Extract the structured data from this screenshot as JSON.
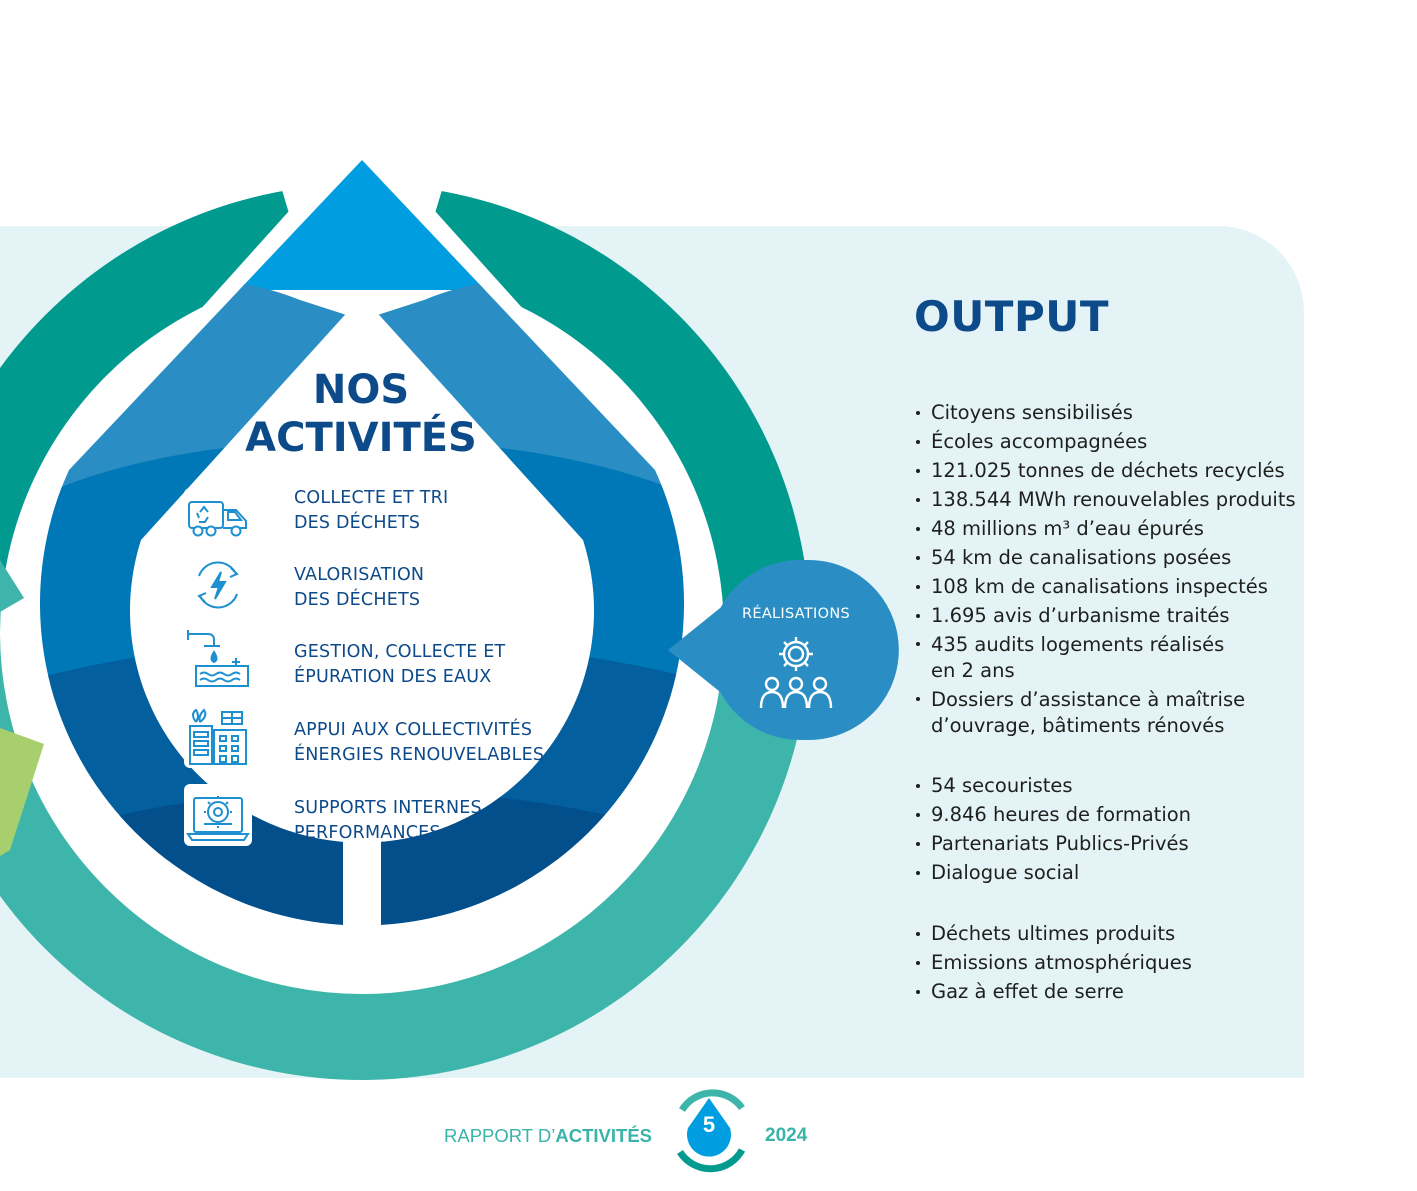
{
  "output": {
    "title": "OUTPUT",
    "group1": [
      "Citoyens sensibilisés",
      "Écoles accompagnées",
      "121.025 tonnes de déchets recyclés",
      "138.544 MWh renouvelables produits",
      "48 millions m³ d’eau épurés",
      "54 km de canalisations posées",
      "108 km de canalisations inspectés",
      "1.695 avis d’urbanisme traités",
      "435 audits logements réalisés en 2 ans",
      "Dossiers d’assistance à maîtrise d’ouvrage, bâtiments rénovés"
    ],
    "group2": [
      "54 secouristes",
      "9.846 heures de formation",
      "Partenariats Publics-Privés",
      "Dialogue social"
    ],
    "group3": [
      "Déchets ultimes produits",
      "Emissions atmosphériques",
      "Gaz à effet de serre"
    ]
  },
  "activities": {
    "title_line1": "NOS",
    "title_line2": "ACTIVITÉS",
    "items": [
      {
        "line1": "COLLECTE ET TRI",
        "line2": "DES DÉCHETS",
        "icon": "garbage-truck-icon"
      },
      {
        "line1": "VALORISATION",
        "line2": "DES DÉCHETS",
        "icon": "energy-recycle-icon"
      },
      {
        "line1": "GESTION, COLLECTE ET",
        "line2": "ÉPURATION DES EAUX",
        "icon": "water-pipe-icon"
      },
      {
        "line1": "APPUI AUX COLLECTIVITÉS",
        "line2": "ÉNERGIES RENOUVELABLES",
        "icon": "building-solar-icon"
      },
      {
        "line1": "SUPPORTS INTERNES",
        "line2": "PERFORMANCES",
        "icon": "laptop-gear-icon"
      }
    ]
  },
  "realisations": {
    "label": "RÉALISATIONS",
    "icon": "gear-people-icon"
  },
  "footer": {
    "prefix": "RAPPORT D’",
    "bold": "ACTIVITÉS",
    "page": "5",
    "year": "2024"
  },
  "colors": {
    "navy": "#0d4a8a",
    "teal": "#009a8f",
    "light_teal": "#3db5aa",
    "blue": "#0077b6",
    "sky": "#009ee0",
    "lime": "#a8cf6e",
    "panel": "#e4f3f5"
  }
}
